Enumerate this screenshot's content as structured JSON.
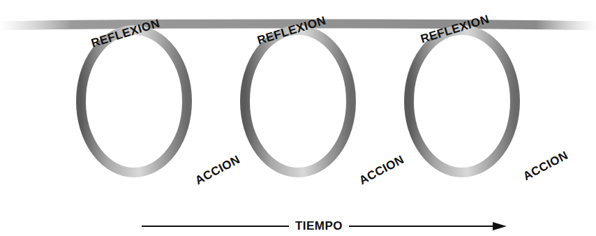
{
  "diagram": {
    "labels": [
      "REFLEXION",
      "REFLEXION",
      "REFLEXION",
      "ACCION",
      "ACCION",
      "ACCION",
      "TIEMPO"
    ]
  }
}
